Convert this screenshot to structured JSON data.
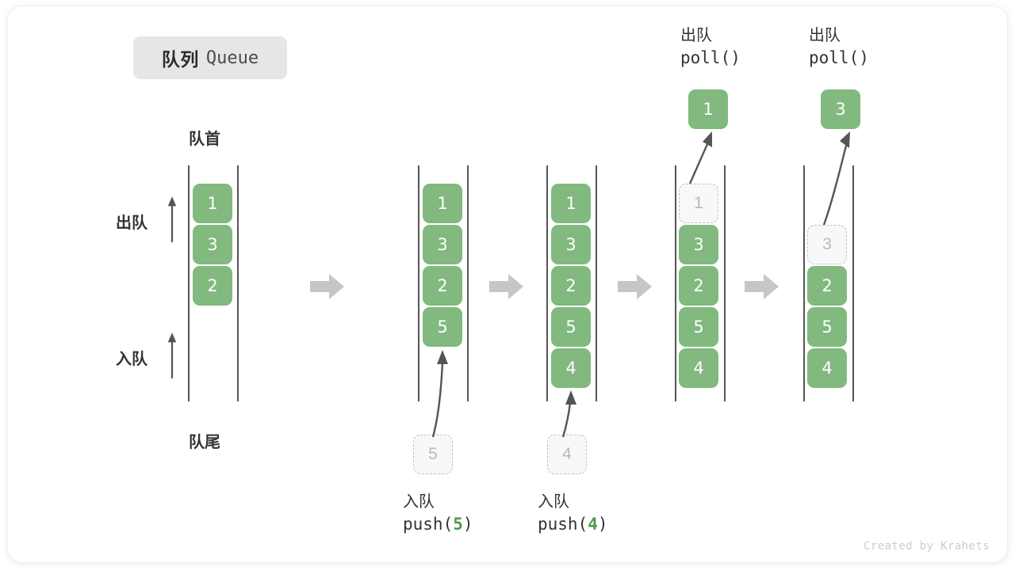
{
  "title": {
    "cn": "队列",
    "en": "Queue"
  },
  "labels": {
    "front": "队首",
    "rear": "队尾",
    "dequeue_side": "出队",
    "enqueue_side": "入队"
  },
  "colors": {
    "cell_fill": "#81b97f",
    "cell_text": "#ffffff",
    "ghost_fill": "#f8f8f8",
    "ghost_border": "#c2c2c2",
    "ghost_text": "#b9b9b9",
    "rail": "#555555",
    "flow_arrow": "#c6c6c6",
    "accent_green": "#4f9a52",
    "badge_bg": "#e6e6e6",
    "text": "#333333"
  },
  "columns": [
    {
      "name": "initial-queue",
      "cells": [
        {
          "value": "1",
          "state": "filled"
        },
        {
          "value": "3",
          "state": "filled"
        },
        {
          "value": "2",
          "state": "filled"
        }
      ]
    },
    {
      "name": "after-push-5",
      "cells": [
        {
          "value": "1",
          "state": "filled"
        },
        {
          "value": "3",
          "state": "filled"
        },
        {
          "value": "2",
          "state": "filled"
        },
        {
          "value": "5",
          "state": "filled"
        }
      ],
      "incoming": {
        "value": "5",
        "state": "ghost"
      },
      "caption": {
        "cn": "入队",
        "code_prefix": "push(",
        "code_arg": "5",
        "code_suffix": ")"
      }
    },
    {
      "name": "after-push-4",
      "cells": [
        {
          "value": "1",
          "state": "filled"
        },
        {
          "value": "3",
          "state": "filled"
        },
        {
          "value": "2",
          "state": "filled"
        },
        {
          "value": "5",
          "state": "filled"
        },
        {
          "value": "4",
          "state": "filled"
        }
      ],
      "incoming": {
        "value": "4",
        "state": "ghost"
      },
      "caption": {
        "cn": "入队",
        "code_prefix": "push(",
        "code_arg": "4",
        "code_suffix": ")"
      }
    },
    {
      "name": "after-poll-1",
      "cells": [
        {
          "value": "1",
          "state": "ghost"
        },
        {
          "value": "3",
          "state": "filled"
        },
        {
          "value": "2",
          "state": "filled"
        },
        {
          "value": "5",
          "state": "filled"
        },
        {
          "value": "4",
          "state": "filled"
        }
      ],
      "outgoing": {
        "value": "1",
        "state": "filled"
      },
      "caption": {
        "cn": "出队",
        "code": "poll()"
      }
    },
    {
      "name": "after-poll-3",
      "cells": [
        {
          "value": "",
          "state": "empty"
        },
        {
          "value": "3",
          "state": "ghost"
        },
        {
          "value": "2",
          "state": "filled"
        },
        {
          "value": "5",
          "state": "filled"
        },
        {
          "value": "4",
          "state": "filled"
        }
      ],
      "outgoing": {
        "value": "3",
        "state": "filled"
      },
      "caption": {
        "cn": "出队",
        "code": "poll()"
      }
    }
  ],
  "watermark": "Created by Krahets"
}
